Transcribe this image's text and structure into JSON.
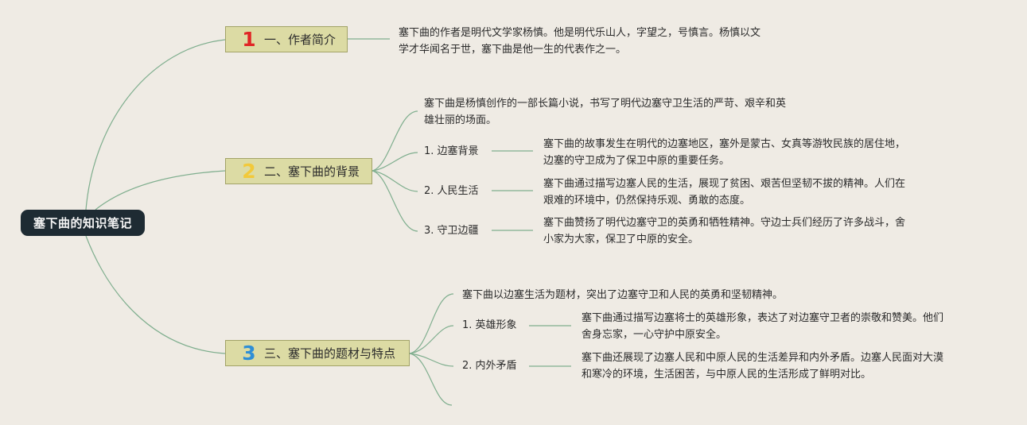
{
  "root": {
    "label": "塞下曲的知识笔记"
  },
  "topics": [
    {
      "number": "1",
      "label": "一、作者简介",
      "text": "塞下曲的作者是明代文学家杨慎。他是明代乐山人，字望之，号慎言。杨慎以文\n学才华闻名于世，塞下曲是他一生的代表作之一。"
    },
    {
      "number": "2",
      "label": "二、塞下曲的背景",
      "intro": "塞下曲是杨慎创作的一部长篇小说，书写了明代边塞守卫生活的严苛、艰辛和英\n雄壮丽的场面。",
      "items": [
        {
          "label": "1. 边塞背景",
          "text": "塞下曲的故事发生在明代的边塞地区，塞外是蒙古、女真等游牧民族的居住地，\n边塞的守卫成为了保卫中原的重要任务。"
        },
        {
          "label": "2. 人民生活",
          "text": "塞下曲通过描写边塞人民的生活，展现了贫困、艰苦但坚韧不拔的精神。人们在\n艰难的环境中，仍然保持乐观、勇敢的态度。"
        },
        {
          "label": "3. 守卫边疆",
          "text": "塞下曲赞扬了明代边塞守卫的英勇和牺牲精神。守边士兵们经历了许多战斗，舍\n小家为大家，保卫了中原的安全。"
        }
      ]
    },
    {
      "number": "3",
      "label": "三、塞下曲的题材与特点",
      "intro": "塞下曲以边塞生活为题材，突出了边塞守卫和人民的英勇和坚韧精神。",
      "items": [
        {
          "label": "1. 英雄形象",
          "text": "塞下曲通过描写边塞将士的英雄形象，表达了对边塞守卫者的崇敬和赞美。他们\n舍身忘家，一心守护中原安全。"
        },
        {
          "label": "2. 内外矛盾",
          "text": "塞下曲还展现了边塞人民和中原人民的生活差异和内外矛盾。边塞人民面对大漠\n和寒冷的环境，生活困苦，与中原人民的生活形成了鲜明对比。"
        }
      ]
    }
  ],
  "colors": {
    "background": "#efebe4",
    "root_fill": "#1e2b33",
    "topic_fill": "#dcdba4",
    "line": "#7fae8e",
    "num1": "#e02525",
    "num2": "#f2c93a",
    "num3": "#2f8fd6"
  }
}
